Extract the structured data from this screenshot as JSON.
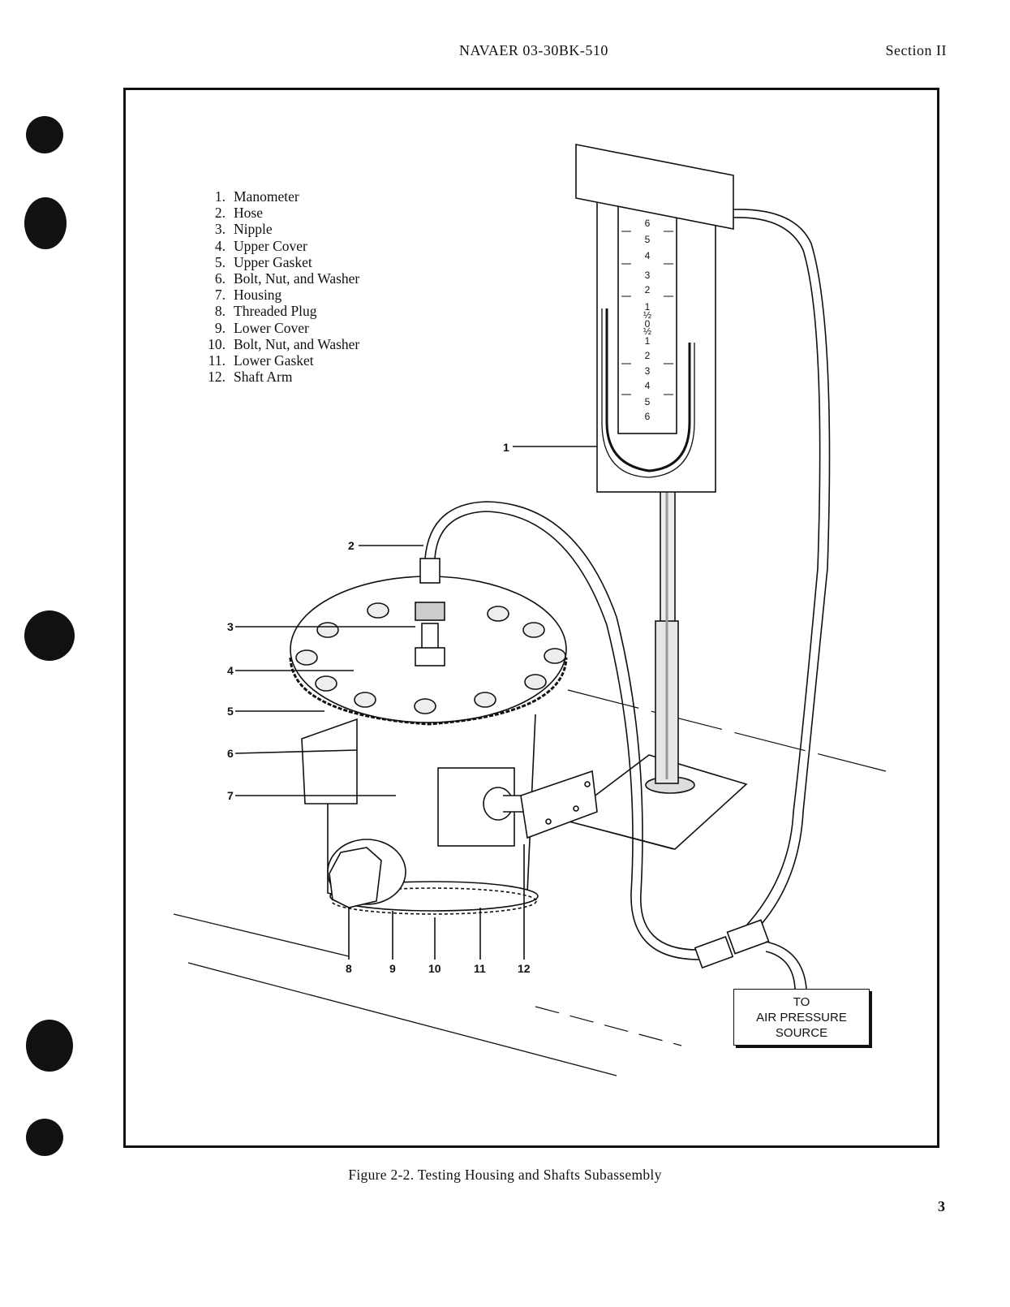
{
  "header": {
    "doc_number": "NAVAER 03-30BK-510",
    "section": "Section II"
  },
  "figure": {
    "legend": [
      {
        "num": "1.",
        "label": "Manometer"
      },
      {
        "num": "2.",
        "label": "Hose"
      },
      {
        "num": "3.",
        "label": "Nipple"
      },
      {
        "num": "4.",
        "label": "Upper Cover"
      },
      {
        "num": "5.",
        "label": "Upper Gasket"
      },
      {
        "num": "6.",
        "label": "Bolt, Nut, and Washer"
      },
      {
        "num": "7.",
        "label": "Housing"
      },
      {
        "num": "8.",
        "label": "Threaded Plug"
      },
      {
        "num": "9.",
        "label": "Lower Cover"
      },
      {
        "num": "10.",
        "label": "Bolt, Nut, and Washer"
      },
      {
        "num": "11.",
        "label": "Lower Gasket"
      },
      {
        "num": "12.",
        "label": "Shaft Arm"
      }
    ],
    "callouts": [
      "1",
      "2",
      "3",
      "4",
      "5",
      "6",
      "7",
      "8",
      "9",
      "10",
      "11",
      "12"
    ],
    "air_box": {
      "line1": "TO",
      "line2": "AIR PRESSURE",
      "line3": "SOURCE"
    },
    "manometer_scale": [
      "6",
      "5",
      "4",
      "3",
      "2",
      "1",
      "½",
      "0",
      "½",
      "1",
      "2",
      "3",
      "4",
      "5",
      "6"
    ],
    "caption": "Figure 2-2. Testing Housing and Shafts Subassembly"
  },
  "footer": {
    "page_number": "3"
  }
}
